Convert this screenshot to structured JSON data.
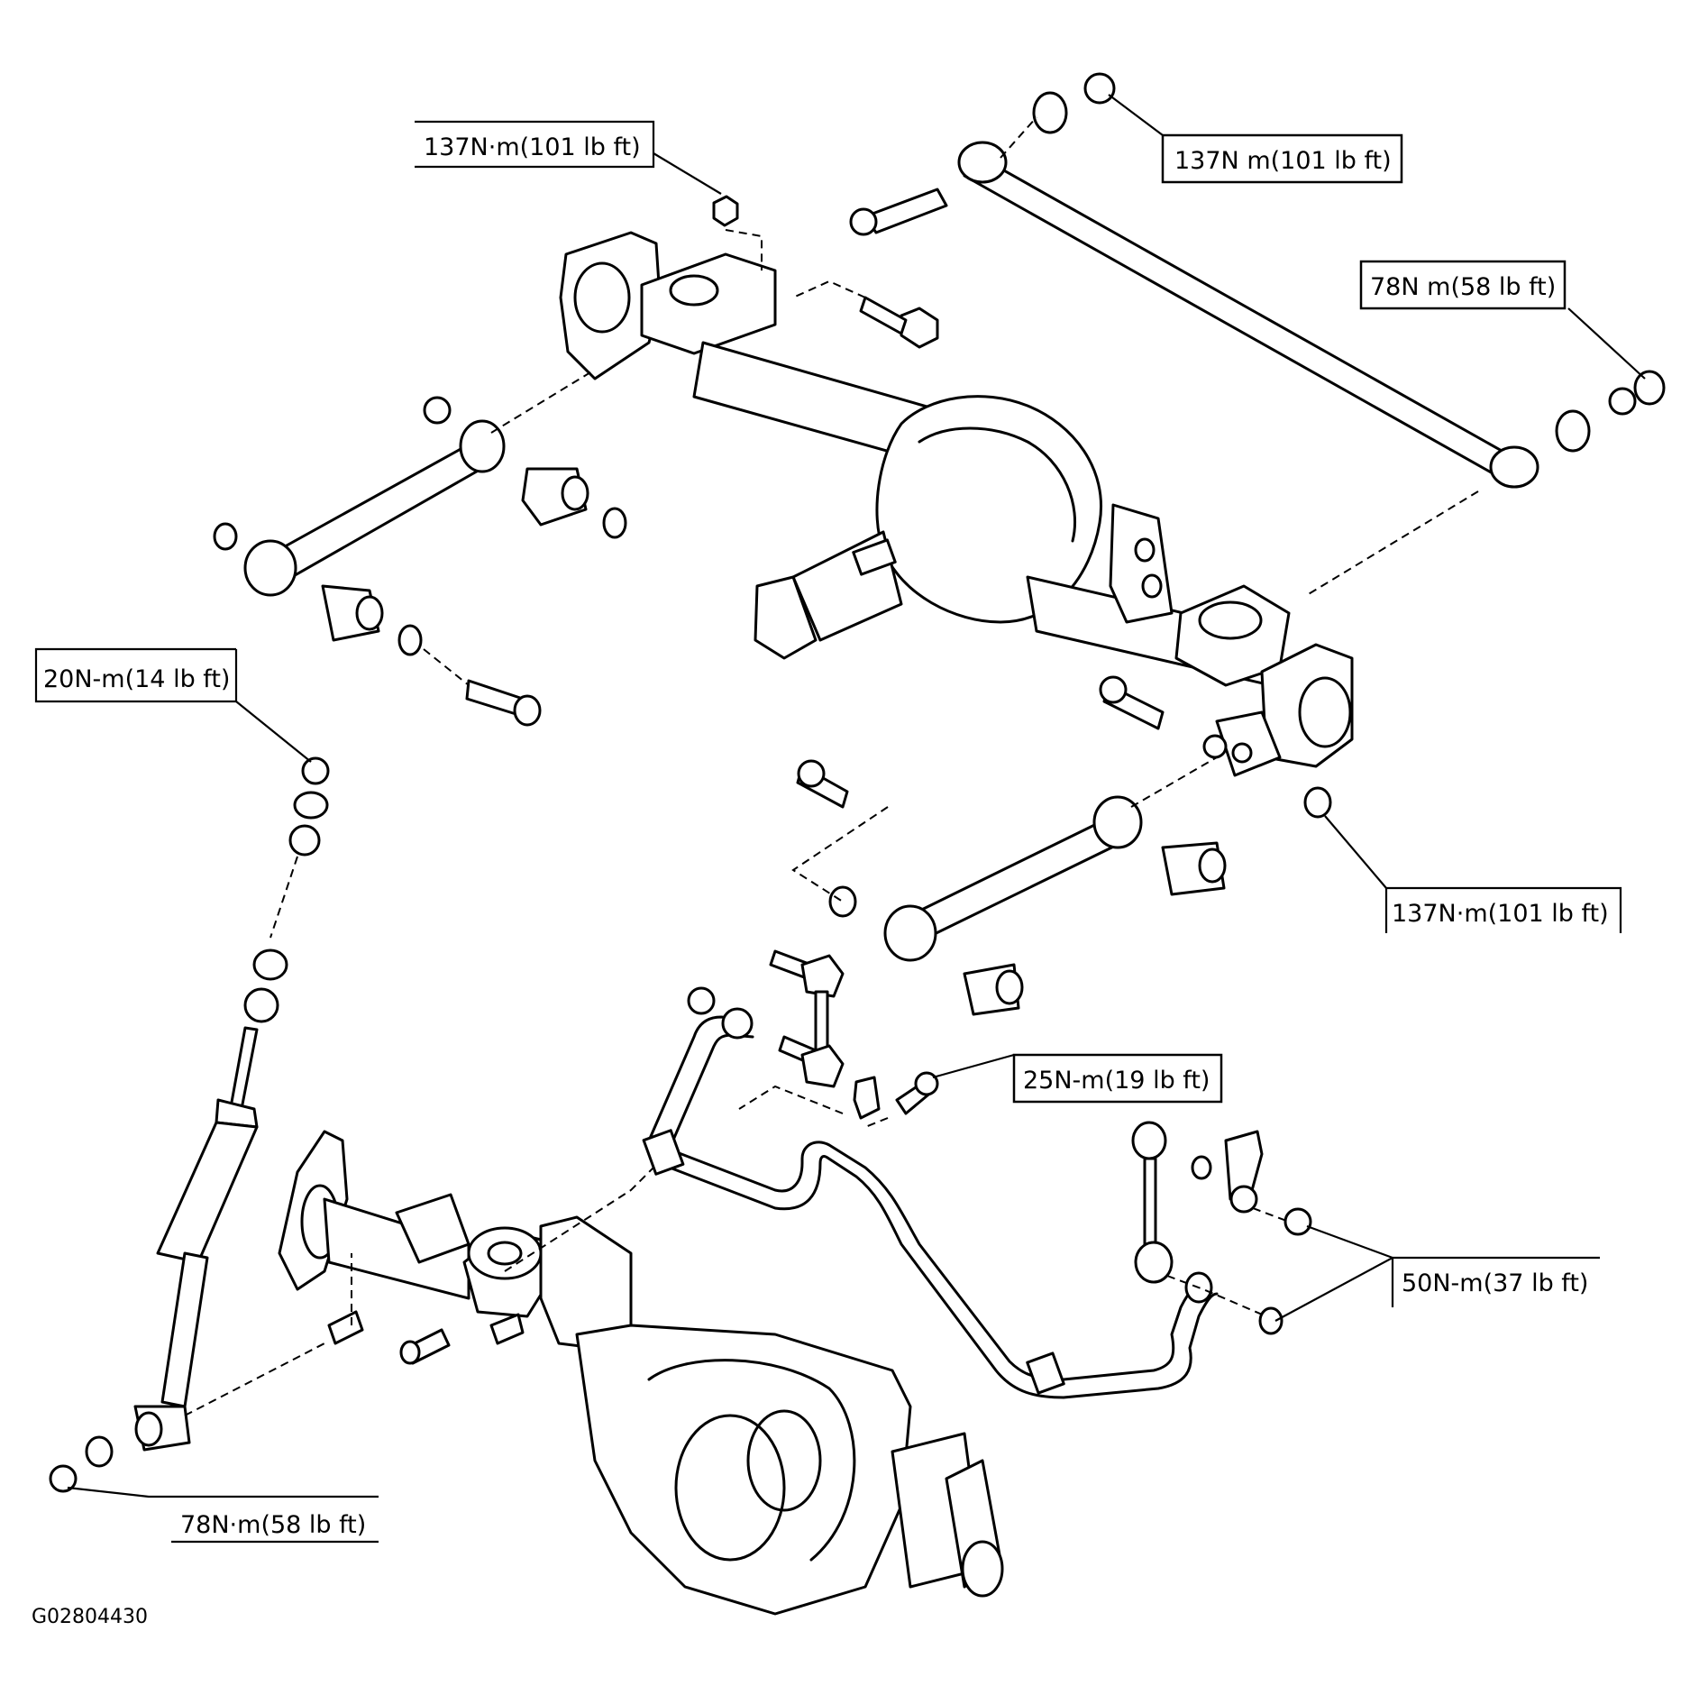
{
  "diagram": {
    "figure_id": "G02804430",
    "callouts": {
      "upper_arm_bolt_left": "137N·m(101 lb ft)",
      "lateral_rod_end": "137N m(101 lb ft)",
      "lateral_rod_right": "78N m(58 lb ft)",
      "shock_upper": "20N-m(14 lb ft)",
      "lower_arm_right": "137N·m(101 lb ft)",
      "stabilizer_bracket": "25N-m(19 lb ft)",
      "stabilizer_link": "50N-m(37 lb ft)",
      "shock_lower": "78N·m(58 lb ft)"
    }
  }
}
